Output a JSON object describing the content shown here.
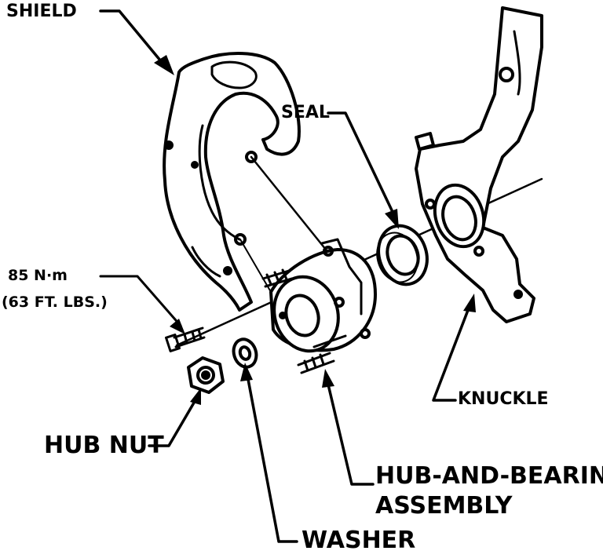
{
  "labels": {
    "shield": "SHIELD",
    "seal": "SEAL",
    "torque_line1": "85 N·m",
    "torque_line2": "(63 FT. LBS.)",
    "knuckle": "KNUCKLE",
    "hub_nut": "HUB NUT",
    "hub_bearing_line1": "HUB-AND-BEARING",
    "hub_bearing_line2": "ASSEMBLY",
    "washer": "WASHER"
  }
}
